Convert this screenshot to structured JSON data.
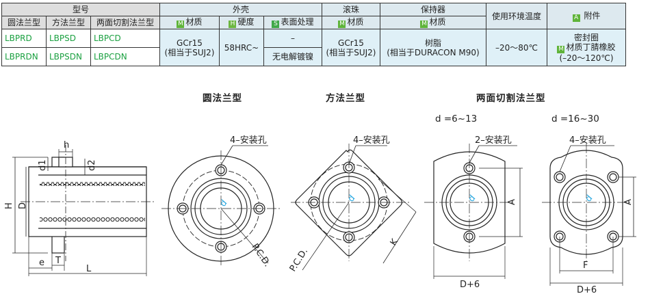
{
  "table": {
    "group_headers": {
      "model": "型号",
      "housing": "外壳",
      "ball": "滚珠",
      "retainer": "保持器",
      "temperature": "使用环境温度",
      "accessory": "附件"
    },
    "sub_headers": {
      "round": "圆法兰型",
      "square": "方法兰型",
      "two_side": "两面切割法兰型",
      "housing_material": "材质",
      "housing_hardness": "硬度",
      "housing_surface": "表面处理",
      "ball_material": "材质",
      "retainer_material": "材质"
    },
    "badges": {
      "material": "M",
      "hardness": "H",
      "surface": "S",
      "accessory": "A"
    },
    "rows": [
      {
        "round": "LBPRD",
        "square": "LBPSD",
        "two_side": "LBPCD",
        "surface": "–"
      },
      {
        "round": "LBPRDN",
        "square": "LBPSDN",
        "two_side": "LBPCDN",
        "surface": "无电解镀镍"
      }
    ],
    "housing_material_1": "GCr15",
    "housing_material_2": "(相当于SUJ2)",
    "hardness": "58HRC~",
    "ball_material_1": "GCr15",
    "ball_material_2": "(相当于SUJ2)",
    "retainer_1": "树脂",
    "retainer_2": "(相当于DURACON M90)",
    "temperature": "–20～80℃",
    "accessory_1": "密封圈",
    "accessory_2": "材质丁腈橡胶",
    "accessory_3": "(–20～120℃)"
  },
  "captions": {
    "round": "圆法兰型",
    "square": "方法兰型",
    "two_side": "两面切割法兰型",
    "range_small": "d =6~13",
    "range_large": "d =16~30"
  },
  "drawing_labels": {
    "h": "h",
    "d1": "d1",
    "d2": "d2",
    "H": "H",
    "D": "D",
    "e": "e",
    "T": "T",
    "L": "L",
    "holes4": "4–安装孔",
    "holes2": "2–安装孔",
    "pcd": "P.C.D.",
    "K": "K",
    "A": "A",
    "F": "F",
    "D6": "D+6",
    "d": "d"
  },
  "colors": {
    "part_number": "#1aa040",
    "badge": "#5fb43a",
    "accent_d": "#2aa8e0"
  }
}
